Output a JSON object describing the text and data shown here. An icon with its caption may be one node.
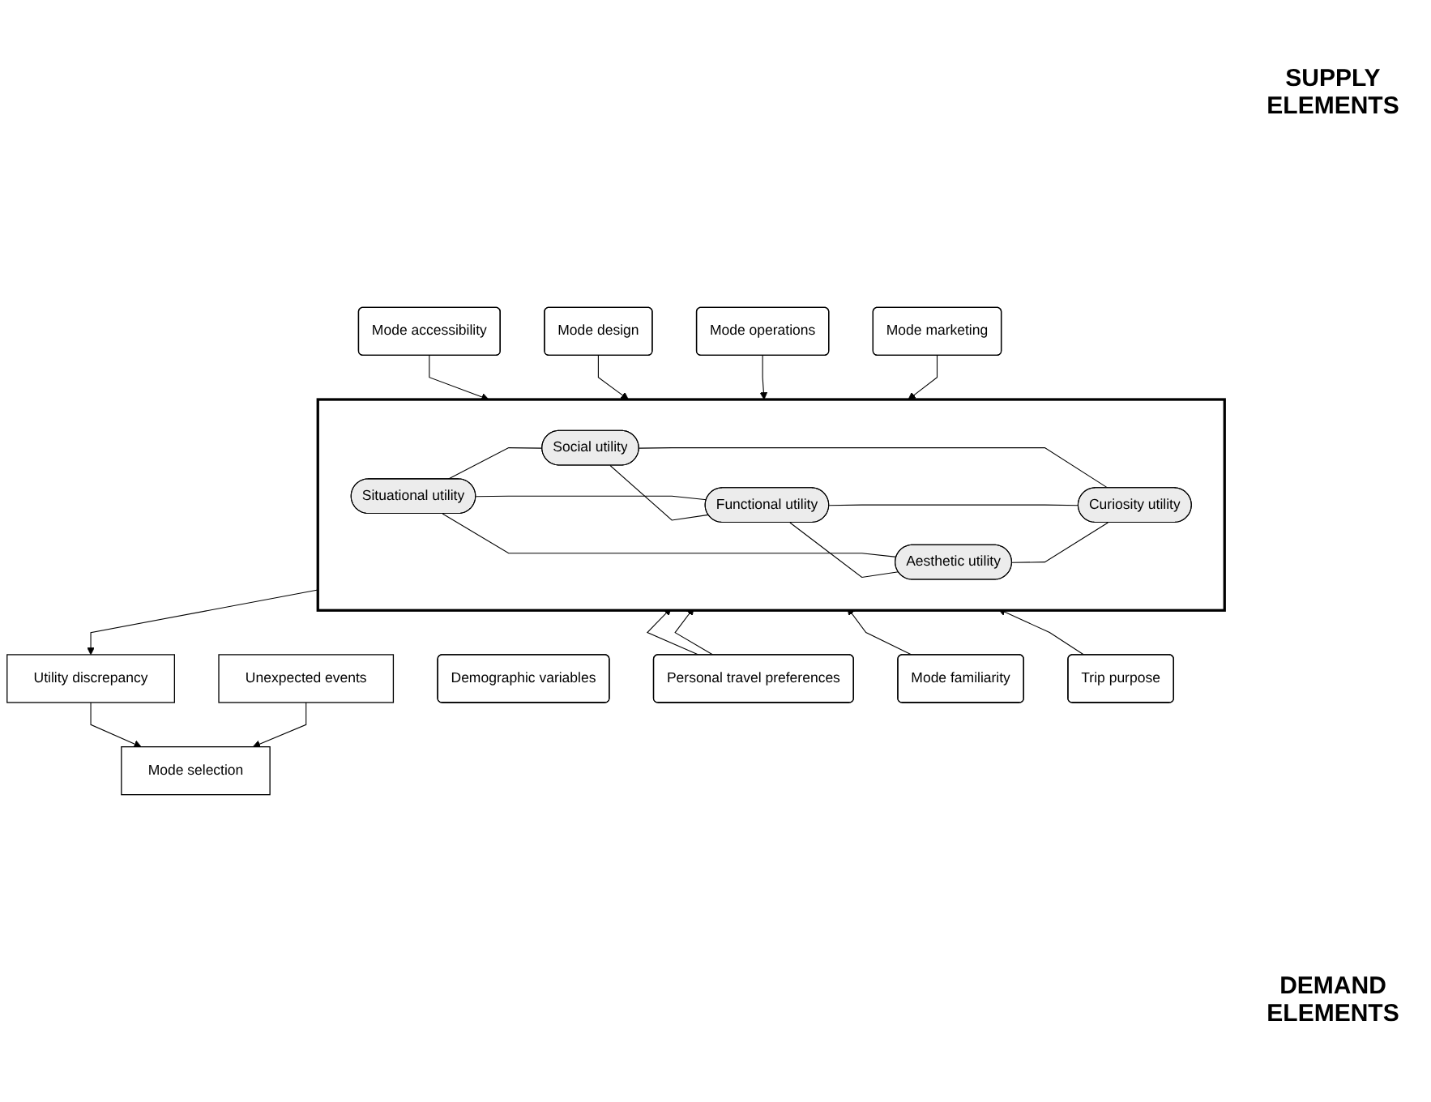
{
  "diagram": {
    "nodes": [
      {
        "text": [
          "Mode accessibility"
        ]
      },
      {
        "text": [
          "Mode design"
        ]
      },
      {
        "text": [
          "Mode operations"
        ]
      },
      {
        "text": [
          "Mode marketing"
        ]
      },
      {
        "text": [],
        "shape": "box"
      },
      {
        "text": [
          "Situational utility"
        ],
        "in": 4
      },
      {
        "text": [
          "Social utility"
        ],
        "in": 4
      },
      {
        "text": [
          "Functional utility"
        ],
        "in": 4
      },
      {
        "text": [
          "Aesthetic utility"
        ],
        "in": 4
      },
      {
        "text": [
          "Curiosity utility"
        ],
        "in": 4
      },
      {
        "text": [
          "Utility discrepancy"
        ]
      },
      {
        "text": [
          "Mode selection"
        ]
      },
      {
        "text": [
          "Unexpected events"
        ]
      },
      {
        "text": [
          "Demographic variables"
        ]
      },
      {
        "text": [
          "Personal travel preferences"
        ]
      },
      {
        "text": [
          "Mode familiarity"
        ]
      },
      {
        "text": [
          "Trip purpose"
        ]
      }
    ],
    "edges": [
      {
        "from": 0,
        "to": 4,
        "arrow": "to"
      },
      {
        "from": 1,
        "to": 4,
        "arrow": "to"
      },
      {
        "from": 2,
        "to": 4,
        "arrow": "to"
      },
      {
        "from": 3,
        "to": 4,
        "arrow": "to"
      },
      {
        "from": 5,
        "to": 6,
        "arrow": "none"
      },
      {
        "from": 5,
        "to": 7,
        "arrow": "none"
      },
      {
        "from": 5,
        "to": 8,
        "arrow": "none"
      },
      {
        "from": 6,
        "to": 7,
        "arrow": "none"
      },
      {
        "from": 6,
        "to": 9,
        "arrow": "none"
      },
      {
        "from": 7,
        "to": 8,
        "arrow": "none"
      },
      {
        "from": 7,
        "to": 9,
        "arrow": "none"
      },
      {
        "from": 8,
        "to": 9,
        "arrow": "none"
      },
      {
        "from": 4,
        "to": 10,
        "arrow": "to"
      },
      {
        "from": 10,
        "to": 11,
        "arrow": "to"
      },
      {
        "from": 12,
        "to": 11,
        "arrow": "to"
      },
      {
        "from": 14,
        "to": 4,
        "arrow": "to"
      },
      {
        "from": 14,
        "to": 4,
        "arrow": "to"
      },
      {
        "from": 15,
        "to": 4,
        "arrow": "to"
      },
      {
        "from": 16,
        "to": 4,
        "arrow": "to"
      }
    ],
    "labels": [
      "SUPPLY ELEMENTS",
      "DEMAND ELEMENTS"
    ]
  }
}
